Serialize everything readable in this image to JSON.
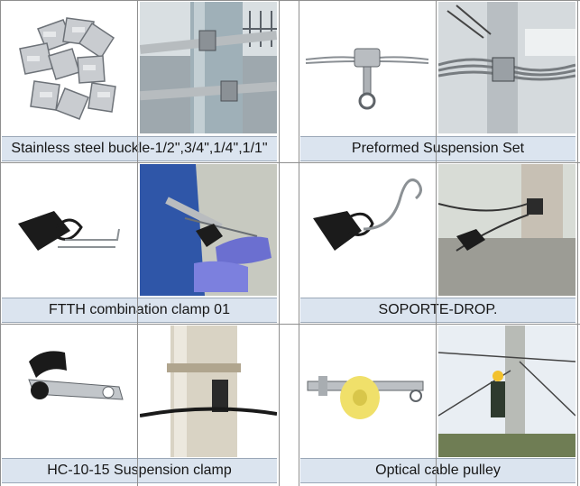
{
  "products": [
    {
      "caption": "Stainless steel buckle-1/2\",3/4\",1/4\",1/1\"",
      "icon_a": "stainless-steel-buckles-photo",
      "icon_b": "buckle-band-on-pole-photo"
    },
    {
      "caption": "Preformed Suspension Set",
      "icon_a": "preformed-suspension-set-photo",
      "icon_b": "suspension-set-installed-photo"
    },
    {
      "caption": "FTTH combination clamp 01",
      "icon_a": "ftth-combination-clamp-photo",
      "icon_b": "clamp-installation-gloved-hand-photo"
    },
    {
      "caption": "SOPORTE-DROP.",
      "icon_a": "soporte-drop-clamp-photo",
      "icon_b": "drop-clamp-on-pole-photo"
    },
    {
      "caption": "HC-10-15 Suspension clamp",
      "icon_a": "hc-suspension-clamp-photo",
      "icon_b": "suspension-clamp-on-pole-photo"
    },
    {
      "caption": "Optical cable pulley",
      "icon_a": "optical-cable-pulley-photo",
      "icon_b": "lineman-on-pole-photo"
    }
  ],
  "colors": {
    "caption_bg": "#dbe4ef",
    "grid_line": "#8f8f8f"
  }
}
